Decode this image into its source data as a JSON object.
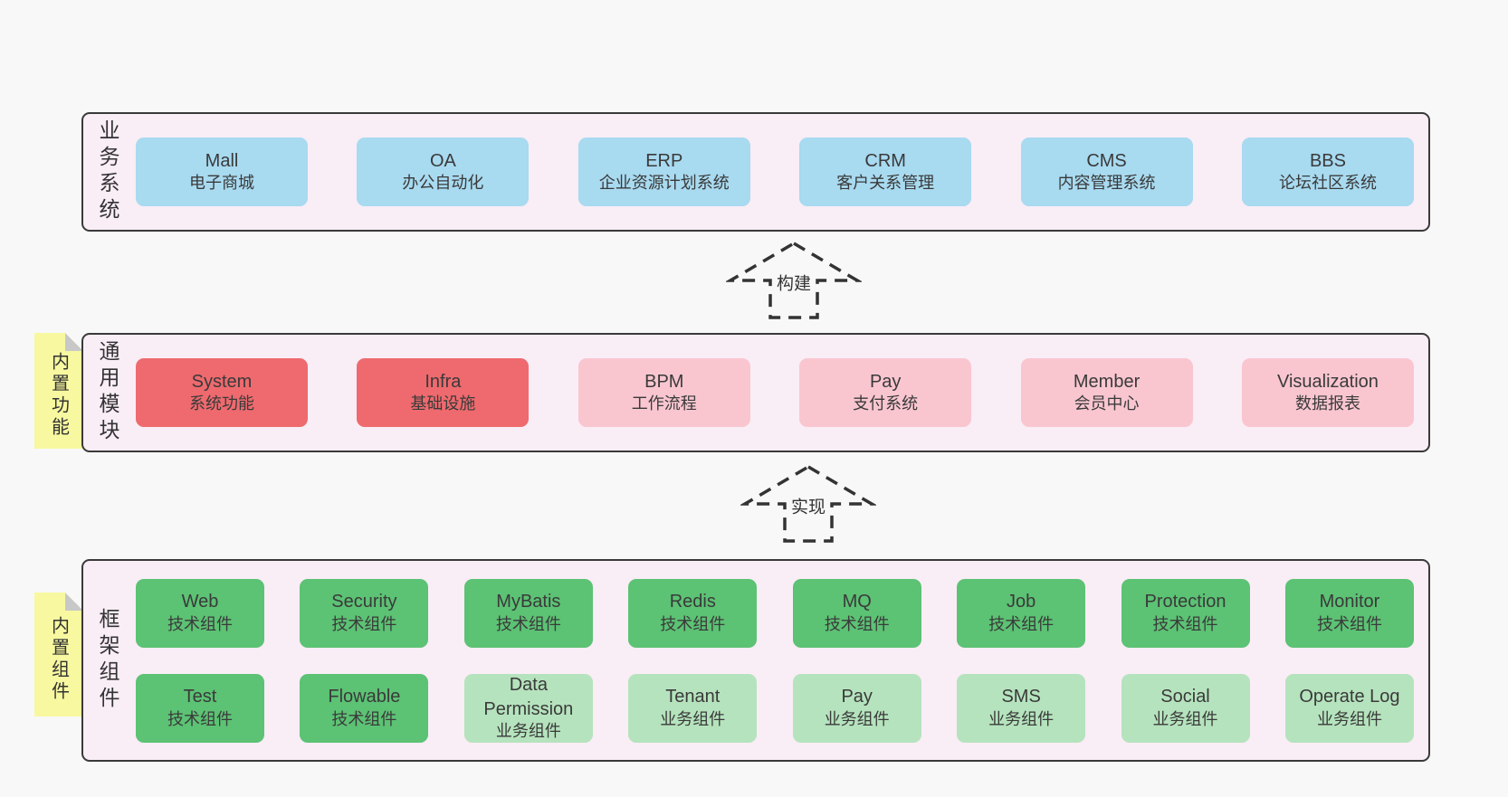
{
  "colors": {
    "page-bg": "#f8f8f8",
    "band-bg": "#f9edf6",
    "band-border": "#3a3a3a",
    "box-blue": "#a8daf0",
    "box-red": "#ee6a6e",
    "box-pink": "#f9c6d0",
    "box-green": "#5cc274",
    "box-green-light": "#b5e3bd",
    "note-yellow": "#f8f8a0",
    "note-fold": "#c8c8c8",
    "text": "#3a3a3a"
  },
  "arrows": [
    {
      "label": "构建"
    },
    {
      "label": "实现"
    }
  ],
  "bands": [
    {
      "label": "业务系统",
      "boxes": [
        {
          "en": "Mall",
          "zh": "电子商城",
          "type": "blue"
        },
        {
          "en": "OA",
          "zh": "办公自动化",
          "type": "blue"
        },
        {
          "en": "ERP",
          "zh": "企业资源计划系统",
          "type": "blue"
        },
        {
          "en": "CRM",
          "zh": "客户关系管理",
          "type": "blue"
        },
        {
          "en": "CMS",
          "zh": "内容管理系统",
          "type": "blue"
        },
        {
          "en": "BBS",
          "zh": "论坛社区系统",
          "type": "blue"
        }
      ]
    },
    {
      "label": "通用模块",
      "note": "内置功能",
      "boxes": [
        {
          "en": "System",
          "zh": "系统功能",
          "type": "red"
        },
        {
          "en": "Infra",
          "zh": "基础设施",
          "type": "red"
        },
        {
          "en": "BPM",
          "zh": "工作流程",
          "type": "pink"
        },
        {
          "en": "Pay",
          "zh": "支付系统",
          "type": "pink"
        },
        {
          "en": "Member",
          "zh": "会员中心",
          "type": "pink"
        },
        {
          "en": "Visualization",
          "zh": "数据报表",
          "type": "pink"
        }
      ]
    },
    {
      "label": "框架组件",
      "note": "内置组件",
      "rows": [
        [
          {
            "en": "Web",
            "zh": "技术组件",
            "type": "green"
          },
          {
            "en": "Security",
            "zh": "技术组件",
            "type": "green"
          },
          {
            "en": "MyBatis",
            "zh": "技术组件",
            "type": "green"
          },
          {
            "en": "Redis",
            "zh": "技术组件",
            "type": "green"
          },
          {
            "en": "MQ",
            "zh": "技术组件",
            "type": "green"
          },
          {
            "en": "Job",
            "zh": "技术组件",
            "type": "green"
          },
          {
            "en": "Protection",
            "zh": "技术组件",
            "type": "green"
          },
          {
            "en": "Monitor",
            "zh": "技术组件",
            "type": "green"
          }
        ],
        [
          {
            "en": "Test",
            "zh": "技术组件",
            "type": "green"
          },
          {
            "en": "Flowable",
            "zh": "技术组件",
            "type": "green"
          },
          {
            "en": "Data Permission",
            "zh": "业务组件",
            "type": "green-light"
          },
          {
            "en": "Tenant",
            "zh": "业务组件",
            "type": "green-light"
          },
          {
            "en": "Pay",
            "zh": "业务组件",
            "type": "green-light"
          },
          {
            "en": "SMS",
            "zh": "业务组件",
            "type": "green-light"
          },
          {
            "en": "Social",
            "zh": "业务组件",
            "type": "green-light"
          },
          {
            "en": "Operate Log",
            "zh": "业务组件",
            "type": "green-light"
          }
        ]
      ]
    }
  ]
}
